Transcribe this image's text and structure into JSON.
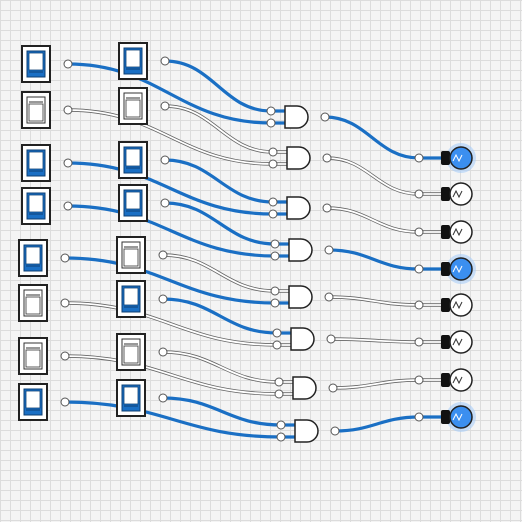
{
  "colors": {
    "wire_on": "#1a6fc4",
    "wire_off": "#ffffff",
    "wire_off_outline": "#666666",
    "switch_on": "#1a6fc4",
    "bulb_on": "#3b8ff0",
    "grid": "#dcdcdc",
    "background": "#f4f4f4"
  },
  "circuits": [
    {
      "switch_a_on": true,
      "switch_b_on": true,
      "gate": "and-gate",
      "bulb_on": true
    },
    {
      "switch_a_on": false,
      "switch_b_on": false,
      "gate": "and-gate",
      "bulb_on": false
    },
    {
      "switch_a_on": true,
      "switch_b_on": true,
      "gate": "and-gate",
      "bulb_on": false
    },
    {
      "switch_a_on": true,
      "switch_b_on": true,
      "gate": "and-gate",
      "bulb_on": true
    },
    {
      "switch_a_on": true,
      "switch_b_on": false,
      "gate": "and-gate",
      "bulb_on": false
    },
    {
      "switch_a_on": false,
      "switch_b_on": true,
      "gate": "and-gate",
      "bulb_on": false
    },
    {
      "switch_a_on": false,
      "switch_b_on": false,
      "gate": "and-gate",
      "bulb_on": false
    },
    {
      "switch_a_on": true,
      "switch_b_on": true,
      "gate": "and-gate",
      "bulb_on": true
    }
  ]
}
